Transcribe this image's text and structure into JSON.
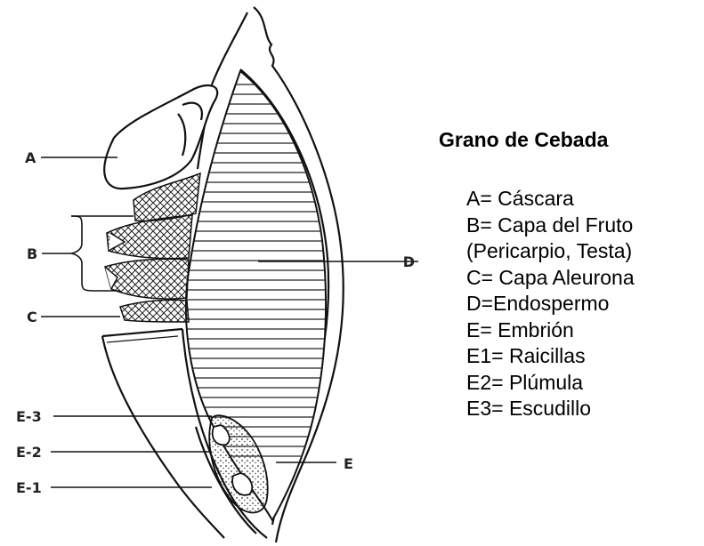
{
  "diagram": {
    "labels": {
      "a": "A",
      "b": "B",
      "c": "C",
      "d": "D",
      "e": "E",
      "e3": "E-3",
      "e2": "E-2",
      "e1": "E-1"
    }
  },
  "legend": {
    "title": "Grano de Cebada",
    "items": [
      "A= Cáscara",
      "B= Capa del Fruto",
      "(Pericarpio, Testa)",
      "C= Capa Aleurona",
      "D=Endospermo",
      "E= Embrión",
      "E1= Raicillas",
      "E2= Plúmula",
      "E3= Escudillo"
    ]
  }
}
